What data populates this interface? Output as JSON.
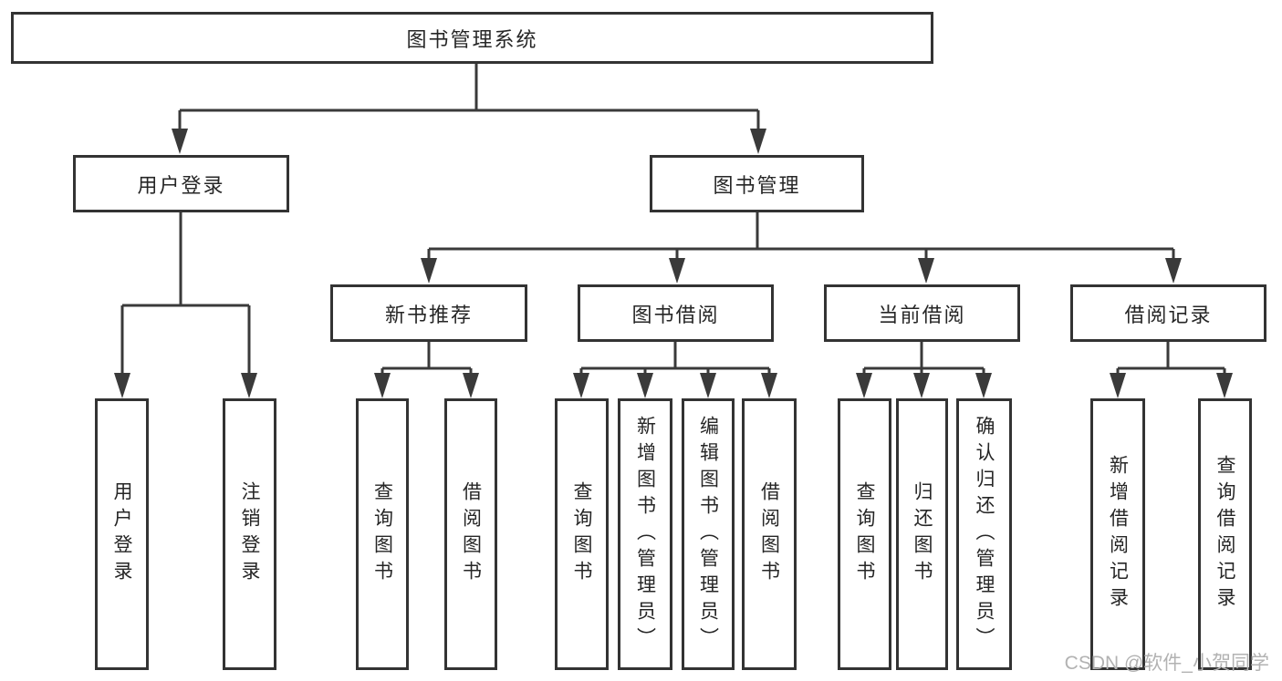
{
  "diagram": {
    "root": {
      "label": "图书管理系统"
    },
    "branches": [
      {
        "label": "用户登录",
        "leaves": [
          "用户登录",
          "注销登录"
        ]
      },
      {
        "label": "图书管理",
        "groups": [
          {
            "label": "新书推荐",
            "leaves": [
              "查询图书",
              "借阅图书"
            ]
          },
          {
            "label": "图书借阅",
            "leaves": [
              "查询图书",
              "新增图书（管理员）",
              "编辑图书（管理员）",
              "借阅图书"
            ]
          },
          {
            "label": "当前借阅",
            "leaves": [
              "查询图书",
              "归还图书",
              "确认归还（管理员）"
            ]
          },
          {
            "label": "借阅记录",
            "leaves": [
              "新增借阅记录",
              "查询借阅记录"
            ]
          }
        ]
      }
    ]
  },
  "watermark": {
    "text": "CSDN @软件_小贺同学"
  },
  "colors": {
    "line": "#3a3a3a",
    "border": "#333333",
    "text": "#262626",
    "watermark": "#b2b2b2",
    "background": "#ffffff"
  }
}
